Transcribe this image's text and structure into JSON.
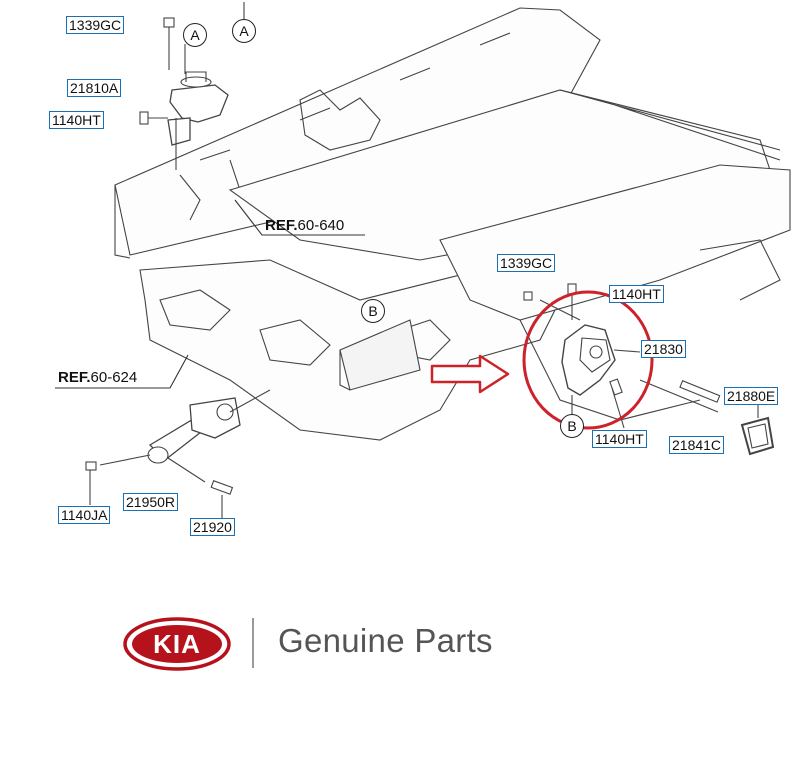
{
  "parts": [
    {
      "id": "p1339gc_top",
      "label": "1339GC"
    },
    {
      "id": "p21810a",
      "label": "21810A"
    },
    {
      "id": "p1140ht_left",
      "label": "1140HT"
    },
    {
      "id": "p1339gc_right",
      "label": "1339GC"
    },
    {
      "id": "p1140ht_right_top",
      "label": "1140HT"
    },
    {
      "id": "p21830",
      "label": "21830"
    },
    {
      "id": "p21880e",
      "label": "21880E"
    },
    {
      "id": "p1140ht_right_bottom",
      "label": "1140HT"
    },
    {
      "id": "p21841c",
      "label": "21841C"
    },
    {
      "id": "p1140ja",
      "label": "1140JA"
    },
    {
      "id": "p21950r",
      "label": "21950R"
    },
    {
      "id": "p21920",
      "label": "21920"
    }
  ],
  "references": {
    "ref_640": {
      "prefix": "REF.",
      "code": "60-640"
    },
    "ref_624": {
      "prefix": "REF.",
      "code": "60-624"
    }
  },
  "callouts": {
    "a_top": "A",
    "a_mount": "A",
    "b_frame": "B",
    "b_mount": "B"
  },
  "highlight_color": "#cc2229",
  "part_label_border_color": "#1b6fb3",
  "brand": {
    "logo_text": "KIA",
    "tagline": "Genuine Parts",
    "logo_color": "#b5121b"
  }
}
